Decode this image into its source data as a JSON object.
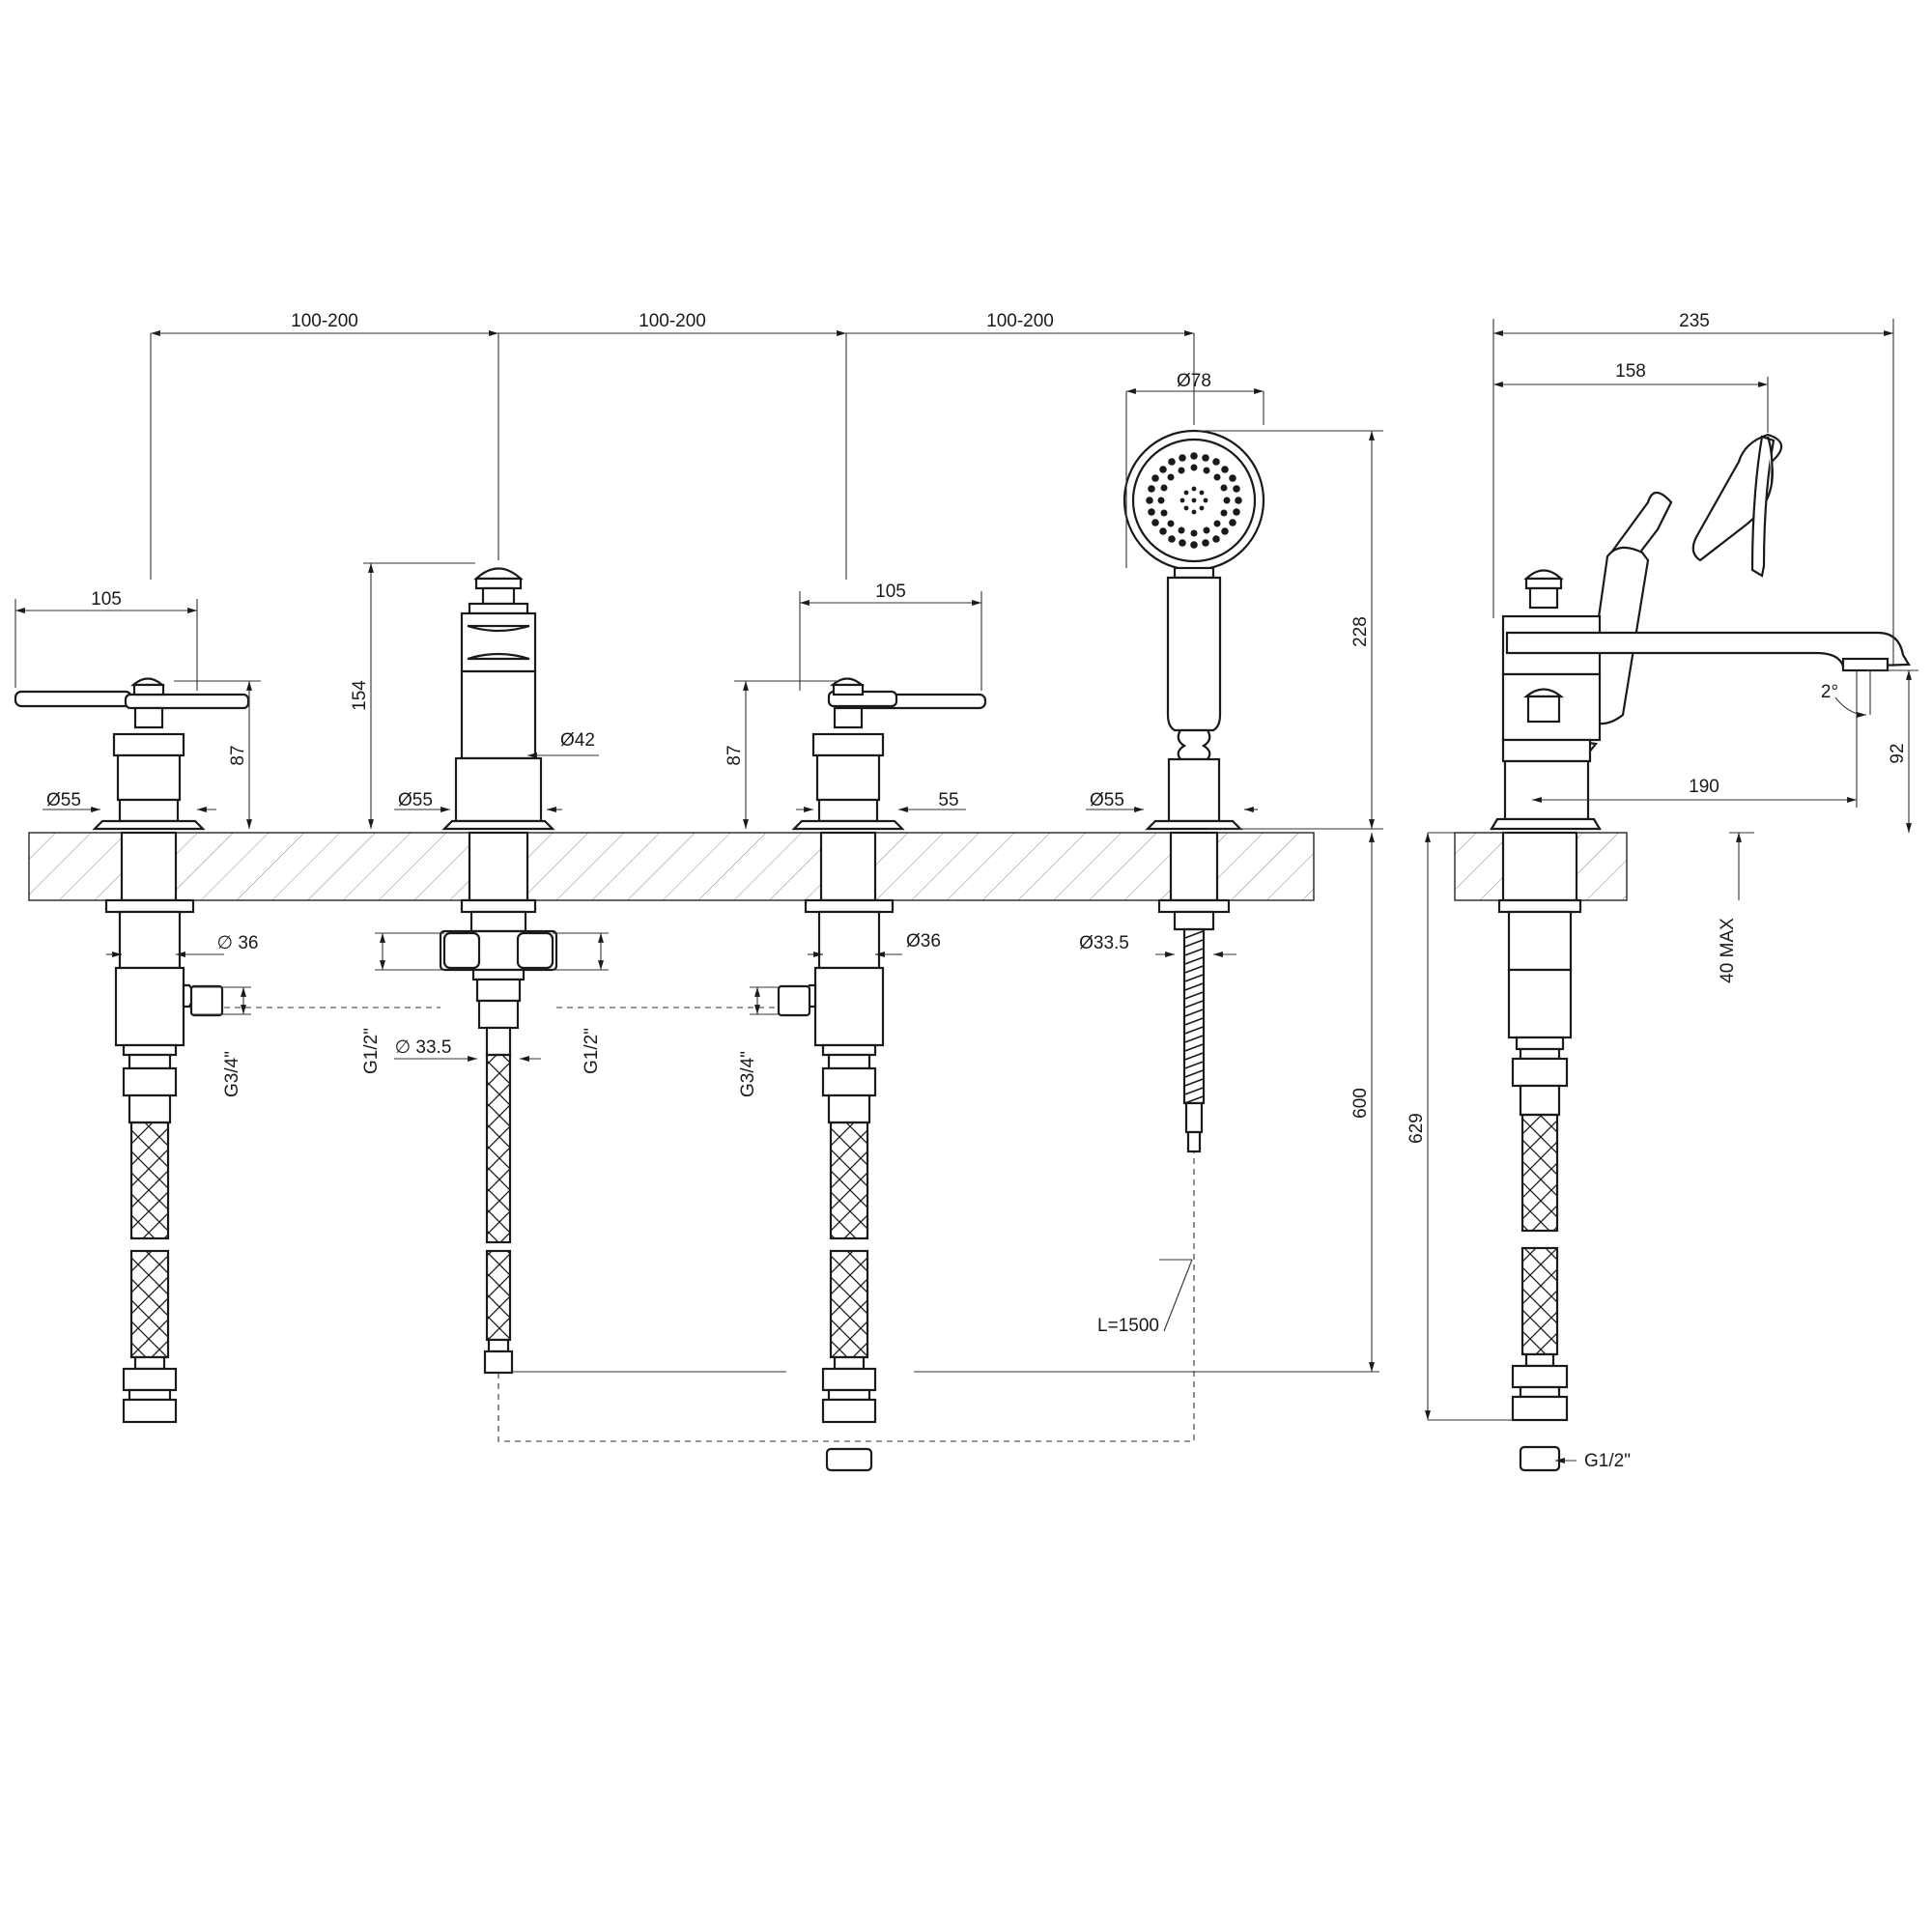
{
  "dims": {
    "spacing_1": "100-200",
    "spacing_2": "100-200",
    "spacing_3": "100-200",
    "lever_left": "105",
    "lever_right": "105",
    "height_left": "87",
    "height_right": "87",
    "spout_height": "154",
    "dia_base_1": "Ø55",
    "dia_base_2": "Ø55",
    "dia_base_4": "Ø55",
    "base_right_width": "55",
    "dia_spout": "Ø42",
    "dia_shower": "Ø78",
    "shower_height": "228",
    "dia_shank_left": "∅ 36",
    "dia_shank_right": "Ø36",
    "dia_diverter": "∅ 33.5",
    "dia_shower_shank": "Ø33.5",
    "g34_left": "G3/4\"",
    "g34_right": "G3/4\"",
    "g12_left": "G1/2\"",
    "g12_right": "G1/2\"",
    "hose_length": "L=1500",
    "drop_600": "600",
    "side_235": "235",
    "side_158": "158",
    "side_190": "190",
    "side_92": "92",
    "side_angle": "2°",
    "side_629": "629",
    "side_40max": "40 MAX",
    "side_g12": "G1/2\""
  }
}
